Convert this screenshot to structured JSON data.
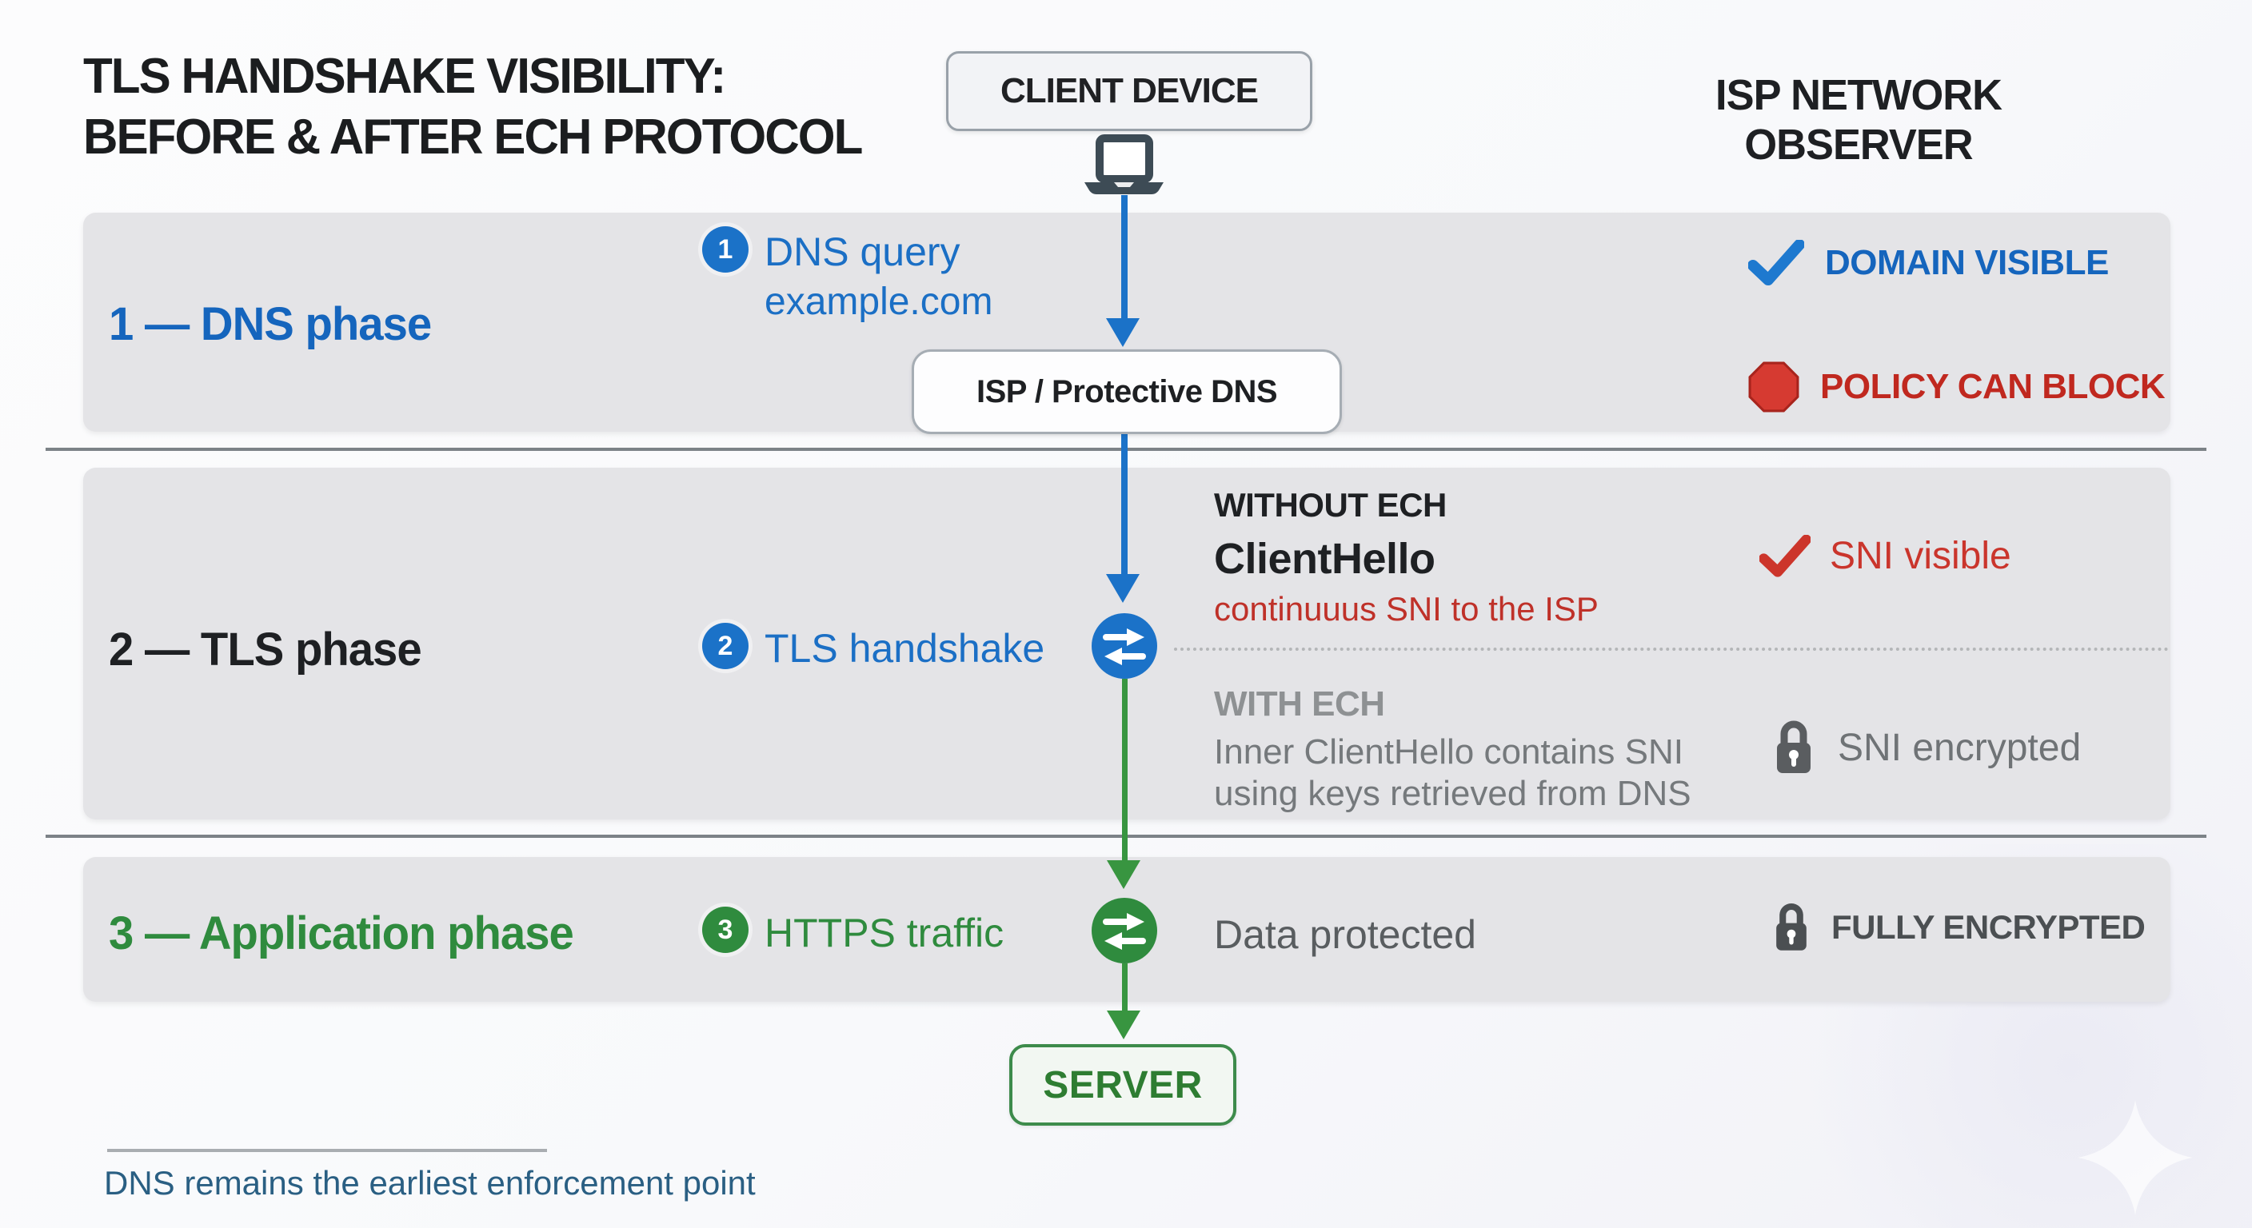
{
  "title": {
    "line1": "TLS HANDSHAKE VISIBILITY:",
    "line2": "BEFORE & AFTER ECH PROTOCOL"
  },
  "observer_heading": "ISP NETWORK OBSERVER",
  "nodes": {
    "client": "CLIENT DEVICE",
    "dns": "ISP / Protective DNS",
    "server": "SERVER"
  },
  "phase1": {
    "label": "1 — DNS phase",
    "badge": "1",
    "step": "DNS query",
    "domain": "example.com",
    "observer_visible": "DOMAIN VISIBLE",
    "observer_block": "POLICY CAN BLOCK"
  },
  "phase2": {
    "label": "2 — TLS phase",
    "badge": "2",
    "step": "TLS handshake",
    "without": {
      "heading": "WITHOUT ECH",
      "title": "ClientHello",
      "detail": "continuuus SNI to the ISP",
      "observer": "SNI visible"
    },
    "with": {
      "heading": "WITH ECH",
      "detail_line1": "Inner ClientHello contains SNI",
      "detail_line2": "using keys retrieved from DNS",
      "observer": "SNI encrypted"
    }
  },
  "phase3": {
    "label": "3 — Application phase",
    "badge": "3",
    "step": "HTTPS traffic",
    "status": "Data protected",
    "observer": "FULLY ENCRYPTED"
  },
  "footnote": "DNS remains the earliest enforcement point",
  "icons": {
    "laptop": "laptop-icon",
    "check_blue": "check-icon",
    "stop": "stop-octagon-icon",
    "check_red": "check-icon",
    "lock": "lock-icon",
    "exchange": "exchange-arrows-icon",
    "sparkle": "sparkle-icon"
  },
  "colors": {
    "blue": "#1b72c8",
    "blue_text": "#1565bd",
    "green": "#2f8b3e",
    "green_line": "#389540",
    "red_text": "#c0281f",
    "red_octagon": "#d63a31",
    "band_bg": "#e4e4e7",
    "note_blue": "#2a5f83",
    "gray_text": "#8e9193",
    "dark_gray_text": "#4b4f52"
  }
}
